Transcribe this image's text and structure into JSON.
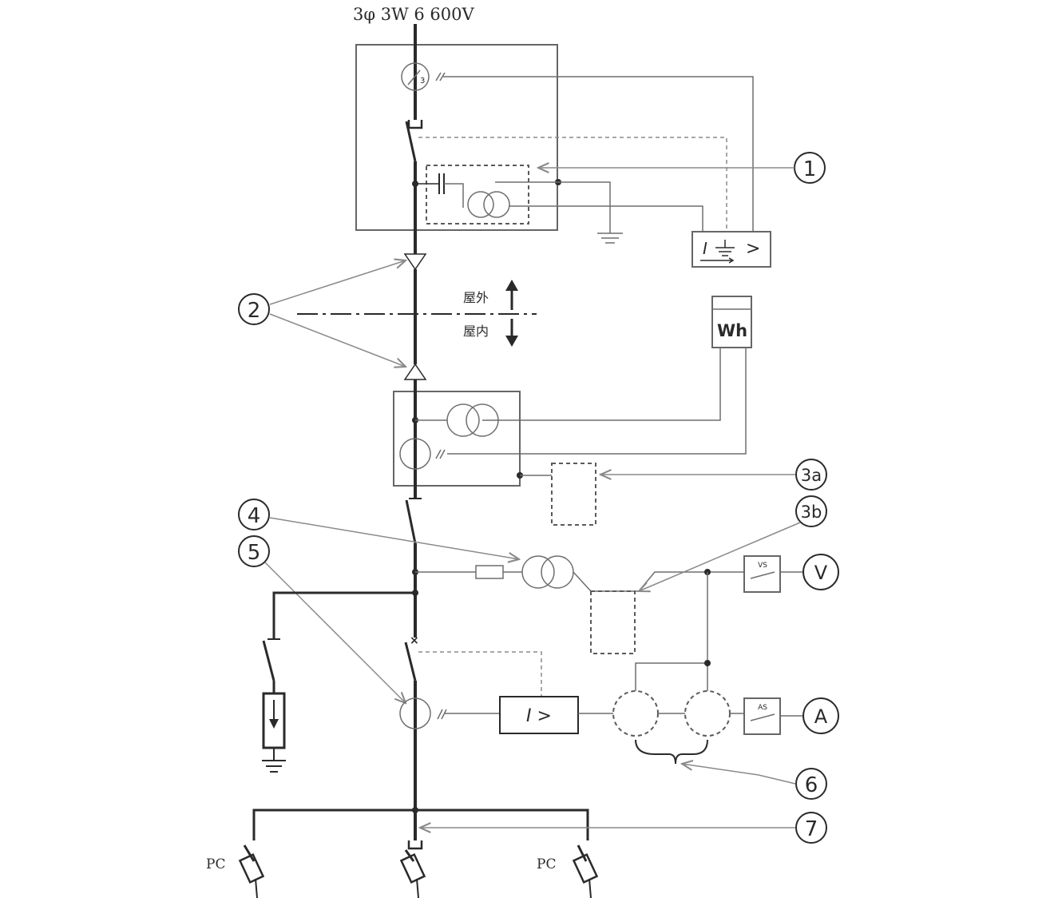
{
  "supply_label": "3φ 3W  6 600V",
  "labels": {
    "outdoor": "屋外",
    "indoor": "屋内",
    "watthour": "Wh",
    "voltmeter": "V",
    "ammeter": "A",
    "vs": "VS",
    "as": "AS",
    "pc_left": "PC",
    "pc_right": "PC",
    "ground_relay": "I ⏚ >",
    "overcurrent_relay": "I >",
    "zct_index": "3"
  },
  "callouts": {
    "c1": "1",
    "c2": "2",
    "c3a": "3a",
    "c3b": "3b",
    "c4": "4",
    "c5": "5",
    "c6": "6",
    "c7": "7"
  }
}
